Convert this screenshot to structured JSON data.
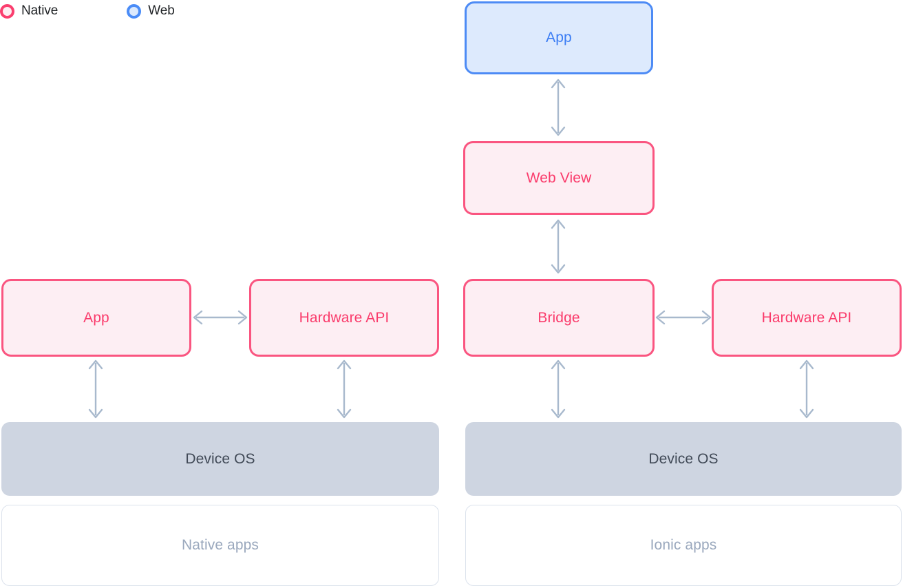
{
  "legend": {
    "items": [
      {
        "id": "native",
        "label": "Native",
        "color": "#fa3e6e",
        "fill": "#fdeef2"
      },
      {
        "id": "web",
        "label": "Web",
        "color": "#4a8cf7",
        "fill": "#dbe9fd"
      }
    ]
  },
  "colors": {
    "native_border": "#fa5580",
    "native_fill": "#fdeef3",
    "native_text": "#fa3b6b",
    "web_border": "#4d8bf5",
    "web_fill": "#ddeafd",
    "web_text": "#3b7df4",
    "os_fill": "#ced5e1",
    "os_text": "#414a57",
    "outline_border": "#dbe2ec",
    "outline_text": "#9aa8bd",
    "arrow": "#a8b9cd",
    "background": "#ffffff"
  },
  "diagram": {
    "columns": [
      {
        "id": "native-column",
        "caption": "Native apps"
      },
      {
        "id": "ionic-column",
        "caption": "Ionic apps"
      }
    ],
    "nodes": {
      "ionic_app": "App",
      "web_view": "Web View",
      "native_app": "App",
      "native_hardware_api": "Hardware API",
      "bridge": "Bridge",
      "ionic_hardware_api": "Hardware API",
      "native_device_os": "Device OS",
      "ionic_device_os": "Device OS",
      "native_caption": "Native apps",
      "ionic_caption": "Ionic apps"
    },
    "connections": [
      {
        "id": "app-to-webview",
        "from": "App",
        "to": "Web View",
        "direction": "bidirectional",
        "orientation": "vertical"
      },
      {
        "id": "webview-to-bridge",
        "from": "Web View",
        "to": "Bridge",
        "direction": "bidirectional",
        "orientation": "vertical"
      },
      {
        "id": "nativeapp-to-hardwareapi",
        "from": "App",
        "to": "Hardware API",
        "direction": "bidirectional",
        "orientation": "horizontal"
      },
      {
        "id": "bridge-to-hardwareapi",
        "from": "Bridge",
        "to": "Hardware API",
        "direction": "bidirectional",
        "orientation": "horizontal"
      },
      {
        "id": "nativeapp-to-deviceos",
        "from": "App",
        "to": "Device OS",
        "direction": "bidirectional",
        "orientation": "vertical"
      },
      {
        "id": "nativehardware-to-deviceos",
        "from": "Hardware API",
        "to": "Device OS",
        "direction": "bidirectional",
        "orientation": "vertical"
      },
      {
        "id": "bridge-to-deviceos",
        "from": "Bridge",
        "to": "Device OS",
        "direction": "bidirectional",
        "orientation": "vertical"
      },
      {
        "id": "ionichardware-to-deviceos",
        "from": "Hardware API",
        "to": "Device OS",
        "direction": "bidirectional",
        "orientation": "vertical"
      }
    ]
  }
}
